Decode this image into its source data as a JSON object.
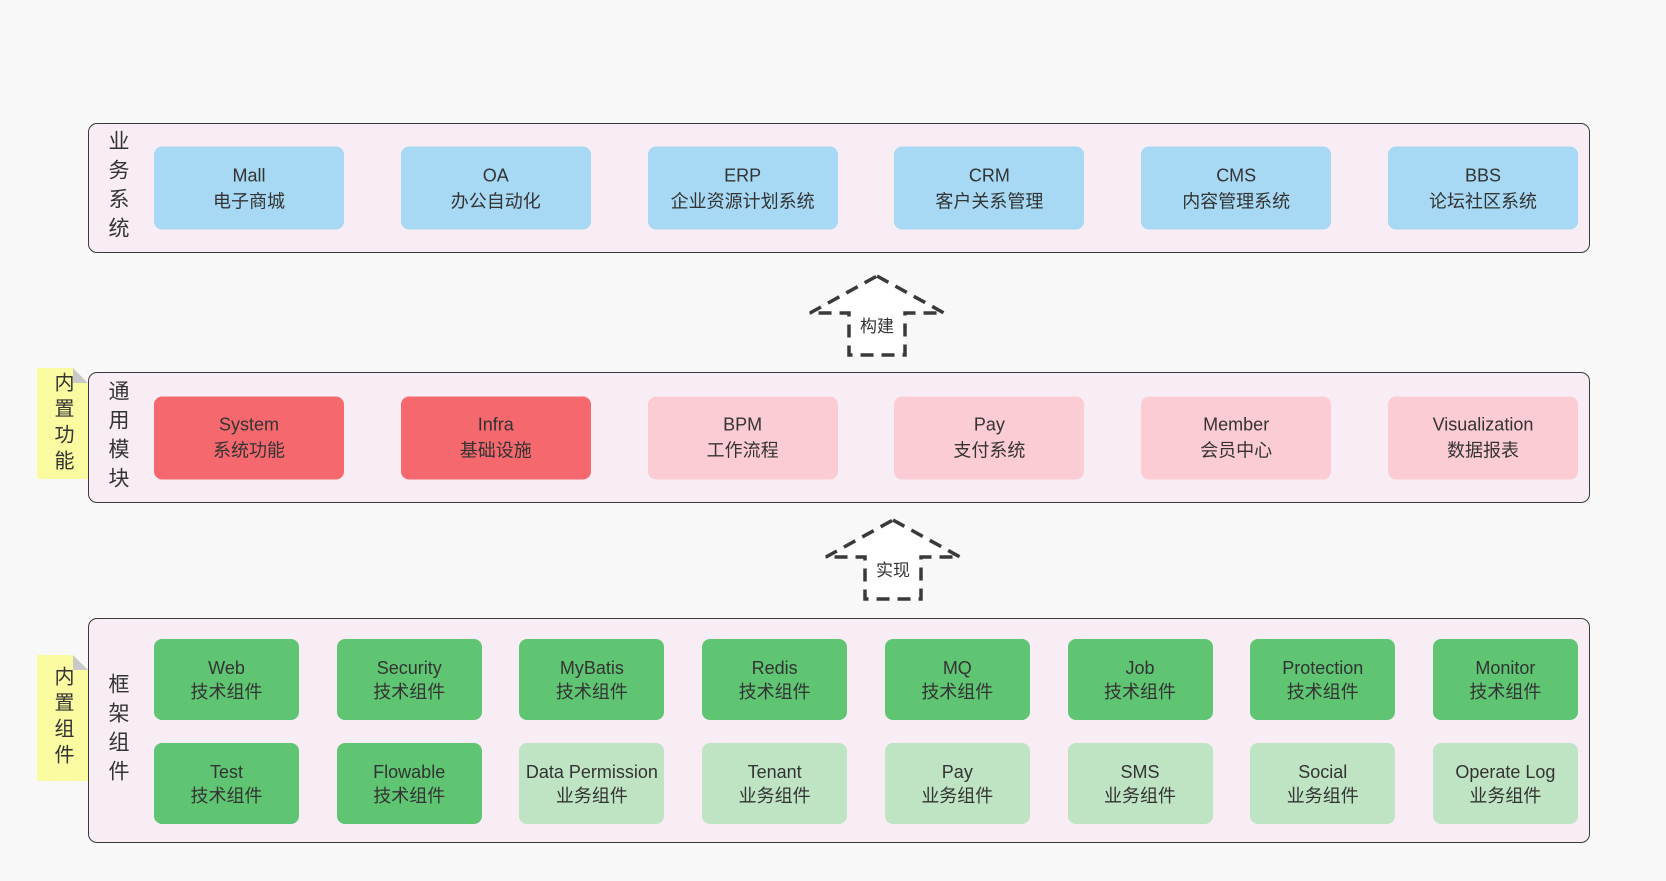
{
  "diagram": {
    "colors": {
      "page_bg": "#f8f8f8",
      "layer_bg": "#f8edf5",
      "layer_border": "#3a3a3a",
      "box_blue": "#a7d9f4",
      "box_red": "#f4686e",
      "box_pink": "#fbccd4",
      "box_green_dark": "#5fc572",
      "box_green_light": "#bfe4c3",
      "note_yellow": "#fafaa0",
      "note_fold_gray": "#c9c9c9",
      "text": "#333333"
    },
    "arrows": {
      "build": "构建",
      "implement": "实现"
    },
    "layers": {
      "business": {
        "label": "业务系统",
        "boxes": [
          {
            "title": "Mall",
            "subtitle": "电子商城"
          },
          {
            "title": "OA",
            "subtitle": "办公自动化"
          },
          {
            "title": "ERP",
            "subtitle": "企业资源计划系统"
          },
          {
            "title": "CRM",
            "subtitle": "客户关系管理"
          },
          {
            "title": "CMS",
            "subtitle": "内容管理系统"
          },
          {
            "title": "BBS",
            "subtitle": "论坛社区系统"
          }
        ]
      },
      "modules": {
        "label": "通用模块",
        "note": "内置功能",
        "boxes": [
          {
            "title": "System",
            "subtitle": "系统功能"
          },
          {
            "title": "Infra",
            "subtitle": "基础设施"
          },
          {
            "title": "BPM",
            "subtitle": "工作流程"
          },
          {
            "title": "Pay",
            "subtitle": "支付系统"
          },
          {
            "title": "Member",
            "subtitle": "会员中心"
          },
          {
            "title": "Visualization",
            "subtitle": "数据报表"
          }
        ]
      },
      "components": {
        "label": "框架组件",
        "note": "内置组件",
        "row1": [
          {
            "title": "Web",
            "subtitle": "技术组件"
          },
          {
            "title": "Security",
            "subtitle": "技术组件"
          },
          {
            "title": "MyBatis",
            "subtitle": "技术组件"
          },
          {
            "title": "Redis",
            "subtitle": "技术组件"
          },
          {
            "title": "MQ",
            "subtitle": "技术组件"
          },
          {
            "title": "Job",
            "subtitle": "技术组件"
          },
          {
            "title": "Protection",
            "subtitle": "技术组件"
          },
          {
            "title": "Monitor",
            "subtitle": "技术组件"
          }
        ],
        "row2": [
          {
            "title": "Test",
            "subtitle": "技术组件"
          },
          {
            "title": "Flowable",
            "subtitle": "技术组件"
          },
          {
            "title": "Data Permission",
            "subtitle": "业务组件"
          },
          {
            "title": "Tenant",
            "subtitle": "业务组件"
          },
          {
            "title": "Pay",
            "subtitle": "业务组件"
          },
          {
            "title": "SMS",
            "subtitle": "业务组件"
          },
          {
            "title": "Social",
            "subtitle": "业务组件"
          },
          {
            "title": "Operate Log",
            "subtitle": "业务组件"
          }
        ]
      }
    }
  }
}
